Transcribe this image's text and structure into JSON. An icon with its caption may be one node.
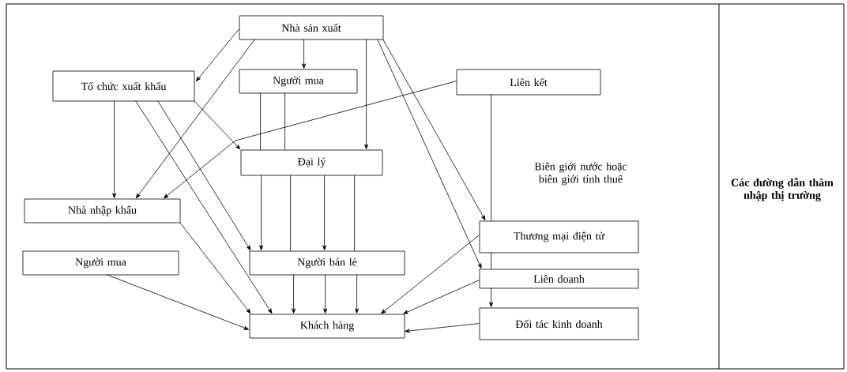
{
  "diagram": {
    "nodes": [
      {
        "text": [
          "Nhà sản xuất"
        ]
      },
      {
        "text": [
          "Tổ chức xuất khẩu"
        ]
      },
      {
        "text": [
          "Người mua"
        ]
      },
      {
        "text": [
          "Liên kết"
        ]
      },
      {
        "text": [
          "Đại lý"
        ]
      },
      {
        "text": [
          "Nhà nhập khẩu"
        ]
      },
      {
        "text": [
          "Thương mại điện tử"
        ]
      },
      {
        "text": [
          "Người mua"
        ]
      },
      {
        "text": [
          "Người bán lẻ"
        ]
      },
      {
        "text": [
          "Liên doanh"
        ]
      },
      {
        "text": [
          "Khách hàng"
        ]
      },
      {
        "text": [
          "Đối tác kinh doanh"
        ]
      }
    ],
    "edges": [
      {
        "from": 0,
        "to": 1,
        "arrow": "to"
      },
      {
        "from": 0,
        "to": 5,
        "arrow": "to"
      },
      {
        "from": 0,
        "to": 2,
        "arrow": "to"
      },
      {
        "from": 0,
        "to": 4,
        "arrow": "to"
      },
      {
        "from": 0,
        "to": 6,
        "arrow": "to"
      },
      {
        "from": 0,
        "to": 9,
        "arrow": "to"
      },
      {
        "from": 1,
        "to": 5,
        "arrow": "to"
      },
      {
        "from": 1,
        "to": 4,
        "arrow": "to"
      },
      {
        "from": 1,
        "to": 8,
        "arrow": "to"
      },
      {
        "from": 1,
        "to": 10,
        "arrow": "to"
      },
      {
        "from": 2,
        "to": 4,
        "arrow": "none"
      },
      {
        "from": 2,
        "to": 4,
        "arrow": "none"
      },
      {
        "from": 3,
        "to": 5,
        "arrow": "to"
      },
      {
        "from": 3,
        "to": 6,
        "arrow": "none"
      },
      {
        "from": 4,
        "to": 8,
        "arrow": "to"
      },
      {
        "from": 4,
        "to": 8,
        "arrow": "none"
      },
      {
        "from": 4,
        "to": 8,
        "arrow": "to"
      },
      {
        "from": 4,
        "to": 8,
        "arrow": "none"
      },
      {
        "from": 5,
        "to": 10,
        "arrow": "to"
      },
      {
        "from": 6,
        "to": 9,
        "arrow": "none"
      },
      {
        "from": 6,
        "to": 10,
        "arrow": "to"
      },
      {
        "from": 7,
        "to": 10,
        "arrow": "to"
      },
      {
        "from": 8,
        "to": 10,
        "arrow": "to"
      },
      {
        "from": 8,
        "to": 10,
        "arrow": "to"
      },
      {
        "from": 8,
        "to": 10,
        "arrow": "to"
      },
      {
        "from": 9,
        "to": 10,
        "arrow": "to"
      },
      {
        "from": 9,
        "to": 11,
        "arrow": "to"
      },
      {
        "from": 11,
        "to": 10,
        "arrow": "to"
      }
    ],
    "labels": [
      "Biên giới nước hoặc biên giới tính thuế",
      "Các đường dẫn thâm nhập thị trường"
    ]
  }
}
